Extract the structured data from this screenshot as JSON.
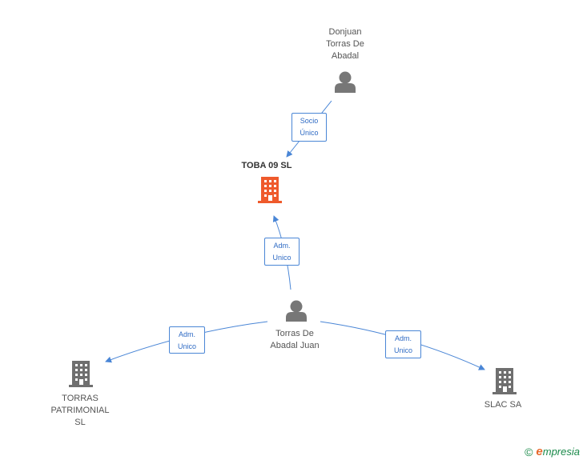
{
  "colors": {
    "edge": "#4a86d6",
    "person_icon": "#777777",
    "company_icon": "#6f6f6f",
    "main_company_icon": "#ef5a2c",
    "brand_green": "#1a8a4a",
    "brand_orange": "#e8692d"
  },
  "nodes": {
    "donjuan": {
      "label": "Donjuan\nTorras De\nAbadal",
      "icon": "person-icon"
    },
    "toba": {
      "label": "TOBA 09 SL",
      "icon": "building-icon"
    },
    "torras_juan": {
      "label": "Torras De\nAbadal Juan",
      "icon": "person-icon"
    },
    "torras_patrimonial": {
      "label": "TORRAS\nPATRIMONIAL\nSL",
      "icon": "building-icon"
    },
    "slac": {
      "label": "SLAC SA",
      "icon": "building-icon"
    }
  },
  "edges": {
    "socio_unico": {
      "label": "Socio\nÚnico"
    },
    "adm_toba": {
      "label": "Adm.\nUnico"
    },
    "adm_patrimonial": {
      "label": "Adm.\nUnico"
    },
    "adm_slac": {
      "label": "Adm.\nUnico"
    }
  },
  "footer": {
    "copyright_symbol": "©",
    "brand_initial": "e",
    "brand_rest": "mpresia"
  }
}
